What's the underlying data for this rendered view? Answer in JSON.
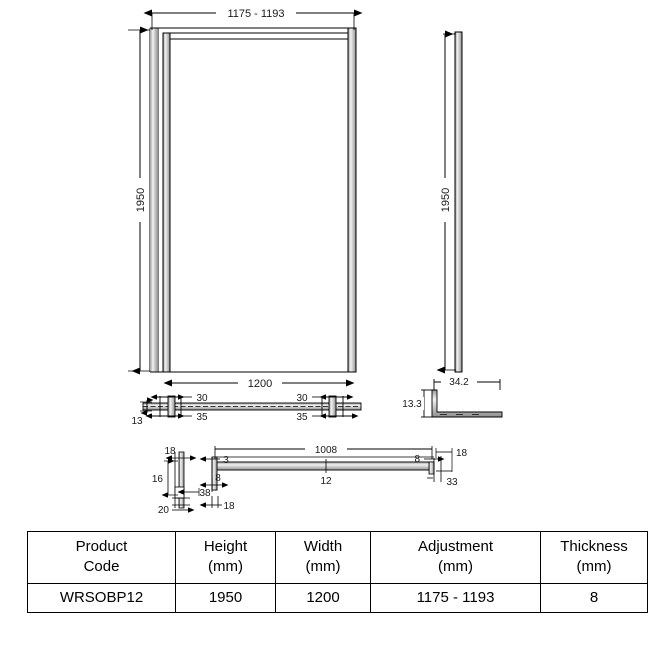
{
  "drawing": {
    "title": "Wetroom Shower Screen Technical Drawing",
    "views": {
      "front_elevation": {
        "name": "front-elevation-view",
        "overall_width_label": "1175 - 1193",
        "height_label": "1950",
        "glass_width_label": "1200"
      },
      "side_elevation": {
        "name": "side-elevation-view",
        "height_label": "1950"
      },
      "plan_section": {
        "name": "plan-section-view",
        "total_label": "1200",
        "left_top_label": "30",
        "left_bottom_label": "35",
        "right_top_label": "30",
        "right_bottom_label": "35",
        "thickness_label": "13"
      },
      "profile_section": {
        "name": "profile-section-view",
        "width_label": "34.2",
        "height_label": "13.3"
      },
      "bracket_section": {
        "name": "bracket-section-view",
        "span_label": "1008",
        "mid_label": "12",
        "left_top_label": "18",
        "left_height_label": "16",
        "left_foot_label": "20",
        "left_depth_label": "38",
        "arm_top_label": "3",
        "arm_inner_label": "8",
        "arm_bottom_label": "18",
        "right_top_label": "18",
        "right_inner_label": "8",
        "right_bottom_label": "33"
      }
    }
  },
  "spec_table": {
    "name": "product-specification-table",
    "headers": [
      {
        "line1": "Product",
        "line2": "Code"
      },
      {
        "line1": "Height",
        "line2": "(mm)"
      },
      {
        "line1": "Width",
        "line2": "(mm)"
      },
      {
        "line1": "Adjustment",
        "line2": "(mm)"
      },
      {
        "line1": "Thickness",
        "line2": "(mm)"
      }
    ],
    "rows": [
      {
        "product_code": "WRSOBP12",
        "height": "1950",
        "width": "1200",
        "adjustment": "1175 - 1193",
        "thickness": "8"
      }
    ]
  },
  "colors": {
    "line": "#000000",
    "fill": "#ffffff",
    "text": "#000000"
  }
}
